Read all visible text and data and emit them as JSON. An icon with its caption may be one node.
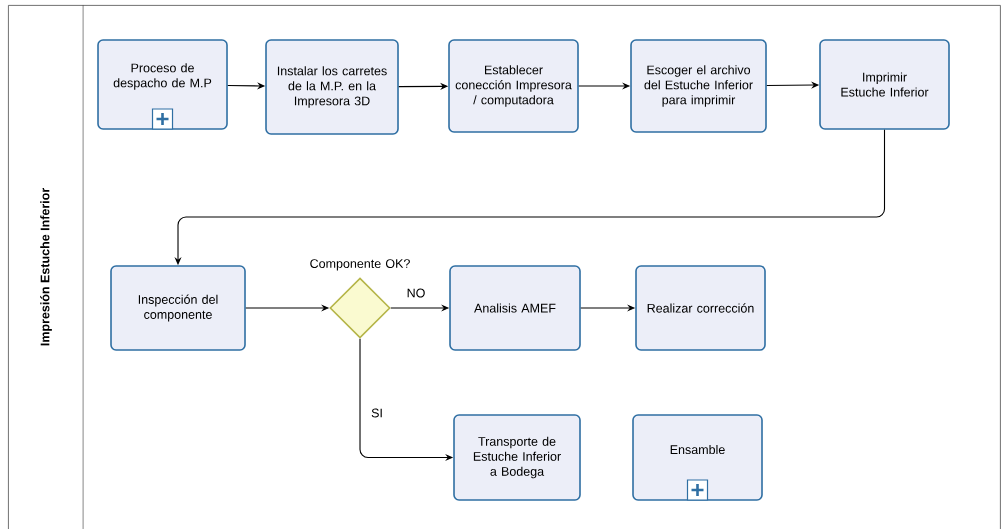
{
  "diagram": {
    "nodes": [
      {
        "text": [
          "Impresión Estuche Inferior"
        ]
      },
      {
        "text": [
          "Proceso de despacho de M.P"
        ],
        "in": 0
      },
      {
        "text": [
          "Instalar los carretes de la M.P. en la Impresora 3D"
        ],
        "in": 0
      },
      {
        "text": [
          "Establecer conección Impresora / computadora"
        ],
        "in": 0
      },
      {
        "text": [
          "Escoger el archivo del Estuche Inferior para imprimir"
        ],
        "in": 0
      },
      {
        "text": [
          "Imprimir Estuche Inferior"
        ],
        "in": 0
      },
      {
        "text": [
          "Inspección del componente"
        ],
        "in": 0
      },
      {
        "text": [],
        "shape": "diamond",
        "beside": [
          "Componente OK?"
        ],
        "in": 0
      },
      {
        "text": [
          "Analisis AMEF"
        ],
        "in": 0
      },
      {
        "text": [
          "Realizar corrección"
        ],
        "in": 0
      },
      {
        "text": [
          "Transporte de Estuche Inferior a Bodega"
        ],
        "in": 0
      },
      {
        "text": [
          "Ensamble"
        ],
        "in": 0
      }
    ],
    "edges": [
      {
        "from": 1,
        "to": 2,
        "arrow": "to"
      },
      {
        "from": 2,
        "to": 3,
        "arrow": "to"
      },
      {
        "from": 3,
        "to": 4,
        "arrow": "to"
      },
      {
        "from": 4,
        "to": 5,
        "arrow": "to"
      },
      {
        "from": 5,
        "to": 6,
        "arrow": "to"
      },
      {
        "from": 6,
        "to": 7,
        "arrow": "to"
      },
      {
        "from": 7,
        "to": 8,
        "arrow": "to",
        "label": "NO"
      },
      {
        "from": 8,
        "to": 9,
        "arrow": "to"
      },
      {
        "from": 7,
        "to": 10,
        "arrow": "to",
        "label": "SI"
      }
    ]
  }
}
